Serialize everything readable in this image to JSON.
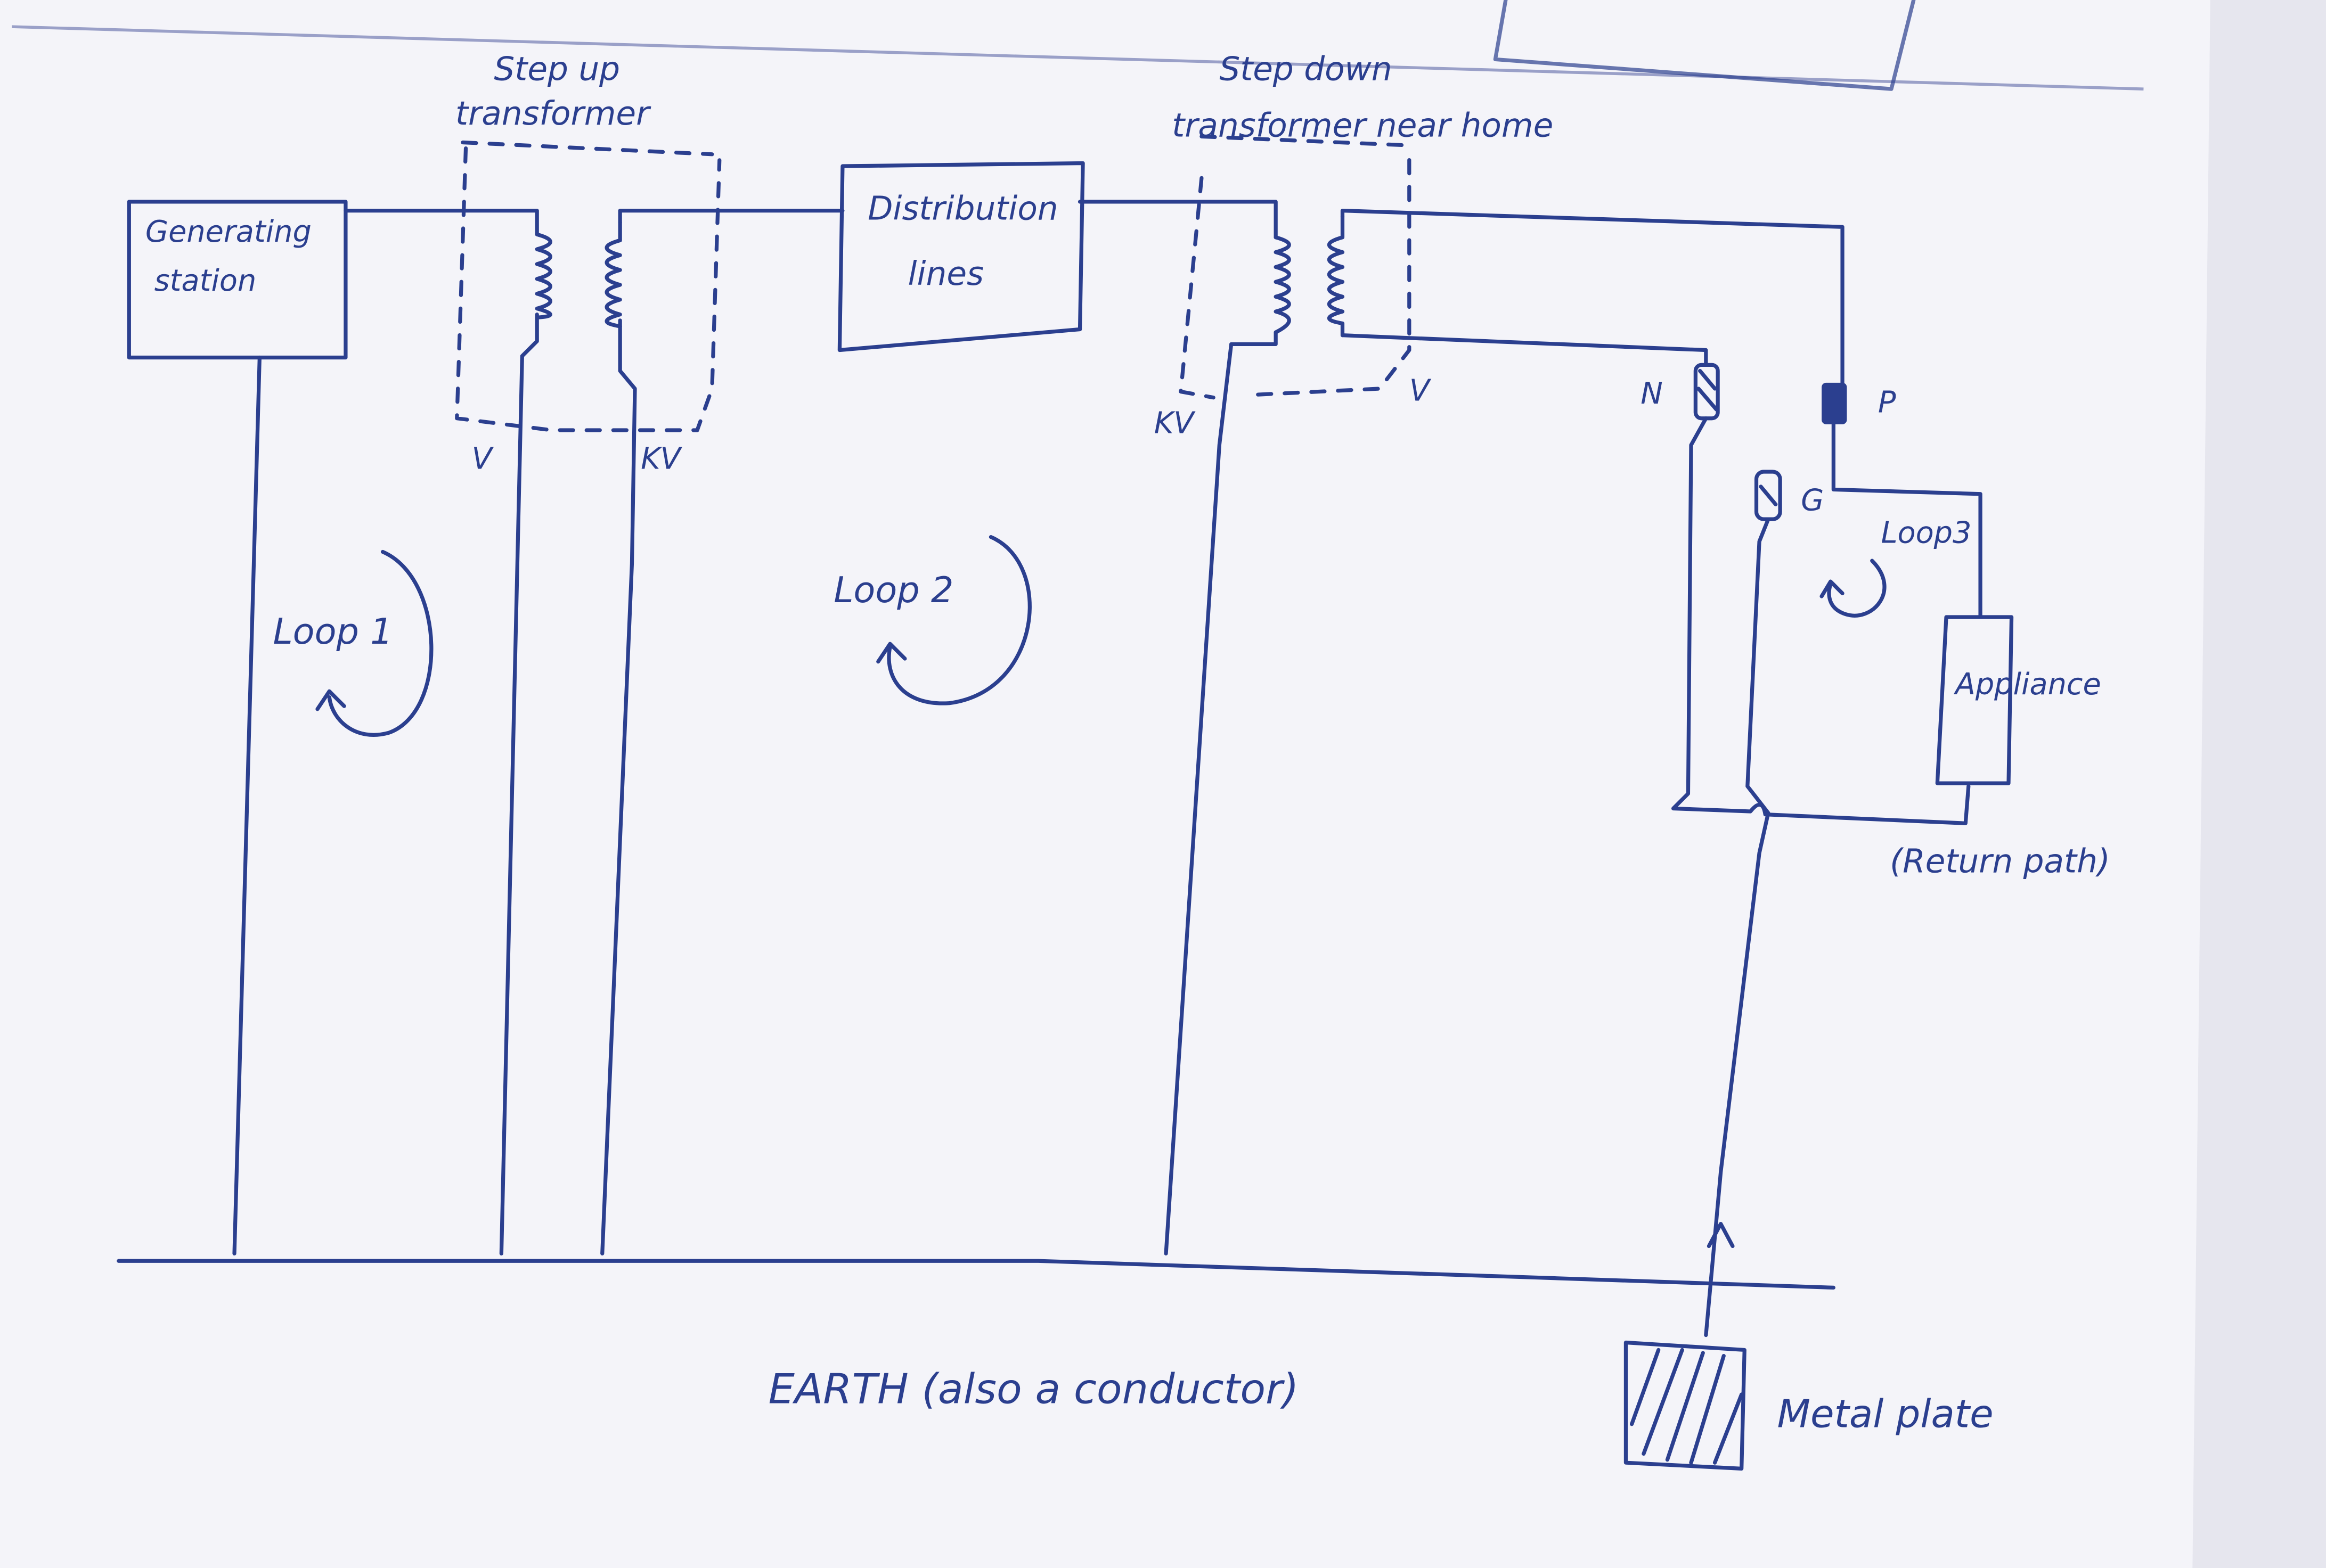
{
  "diagram": {
    "ink_color": "#2b3f8f",
    "paper_color": "#f4f4f9",
    "labels": {
      "generating_station": [
        "Generating",
        "station"
      ],
      "step_up_transformer": [
        "Step up",
        "transformer"
      ],
      "step_up_primary_voltage": "V",
      "step_up_secondary_voltage": "KV",
      "distribution_lines": [
        "Distribution",
        "lines"
      ],
      "step_down_transformer": [
        "Step down",
        "transformer near home"
      ],
      "step_down_primary_voltage": "KV",
      "step_down_secondary_voltage": "V",
      "neutral_terminal": "N",
      "phase_terminal": "P",
      "ground_terminal": "G",
      "loop_1": "Loop 1",
      "loop_2": "Loop 2",
      "loop_3": "Loop3",
      "appliance": "Appliance",
      "return_path": "(Return path)",
      "earth": "EARTH (also a conductor)",
      "metal_plate": "Metal plate"
    }
  }
}
